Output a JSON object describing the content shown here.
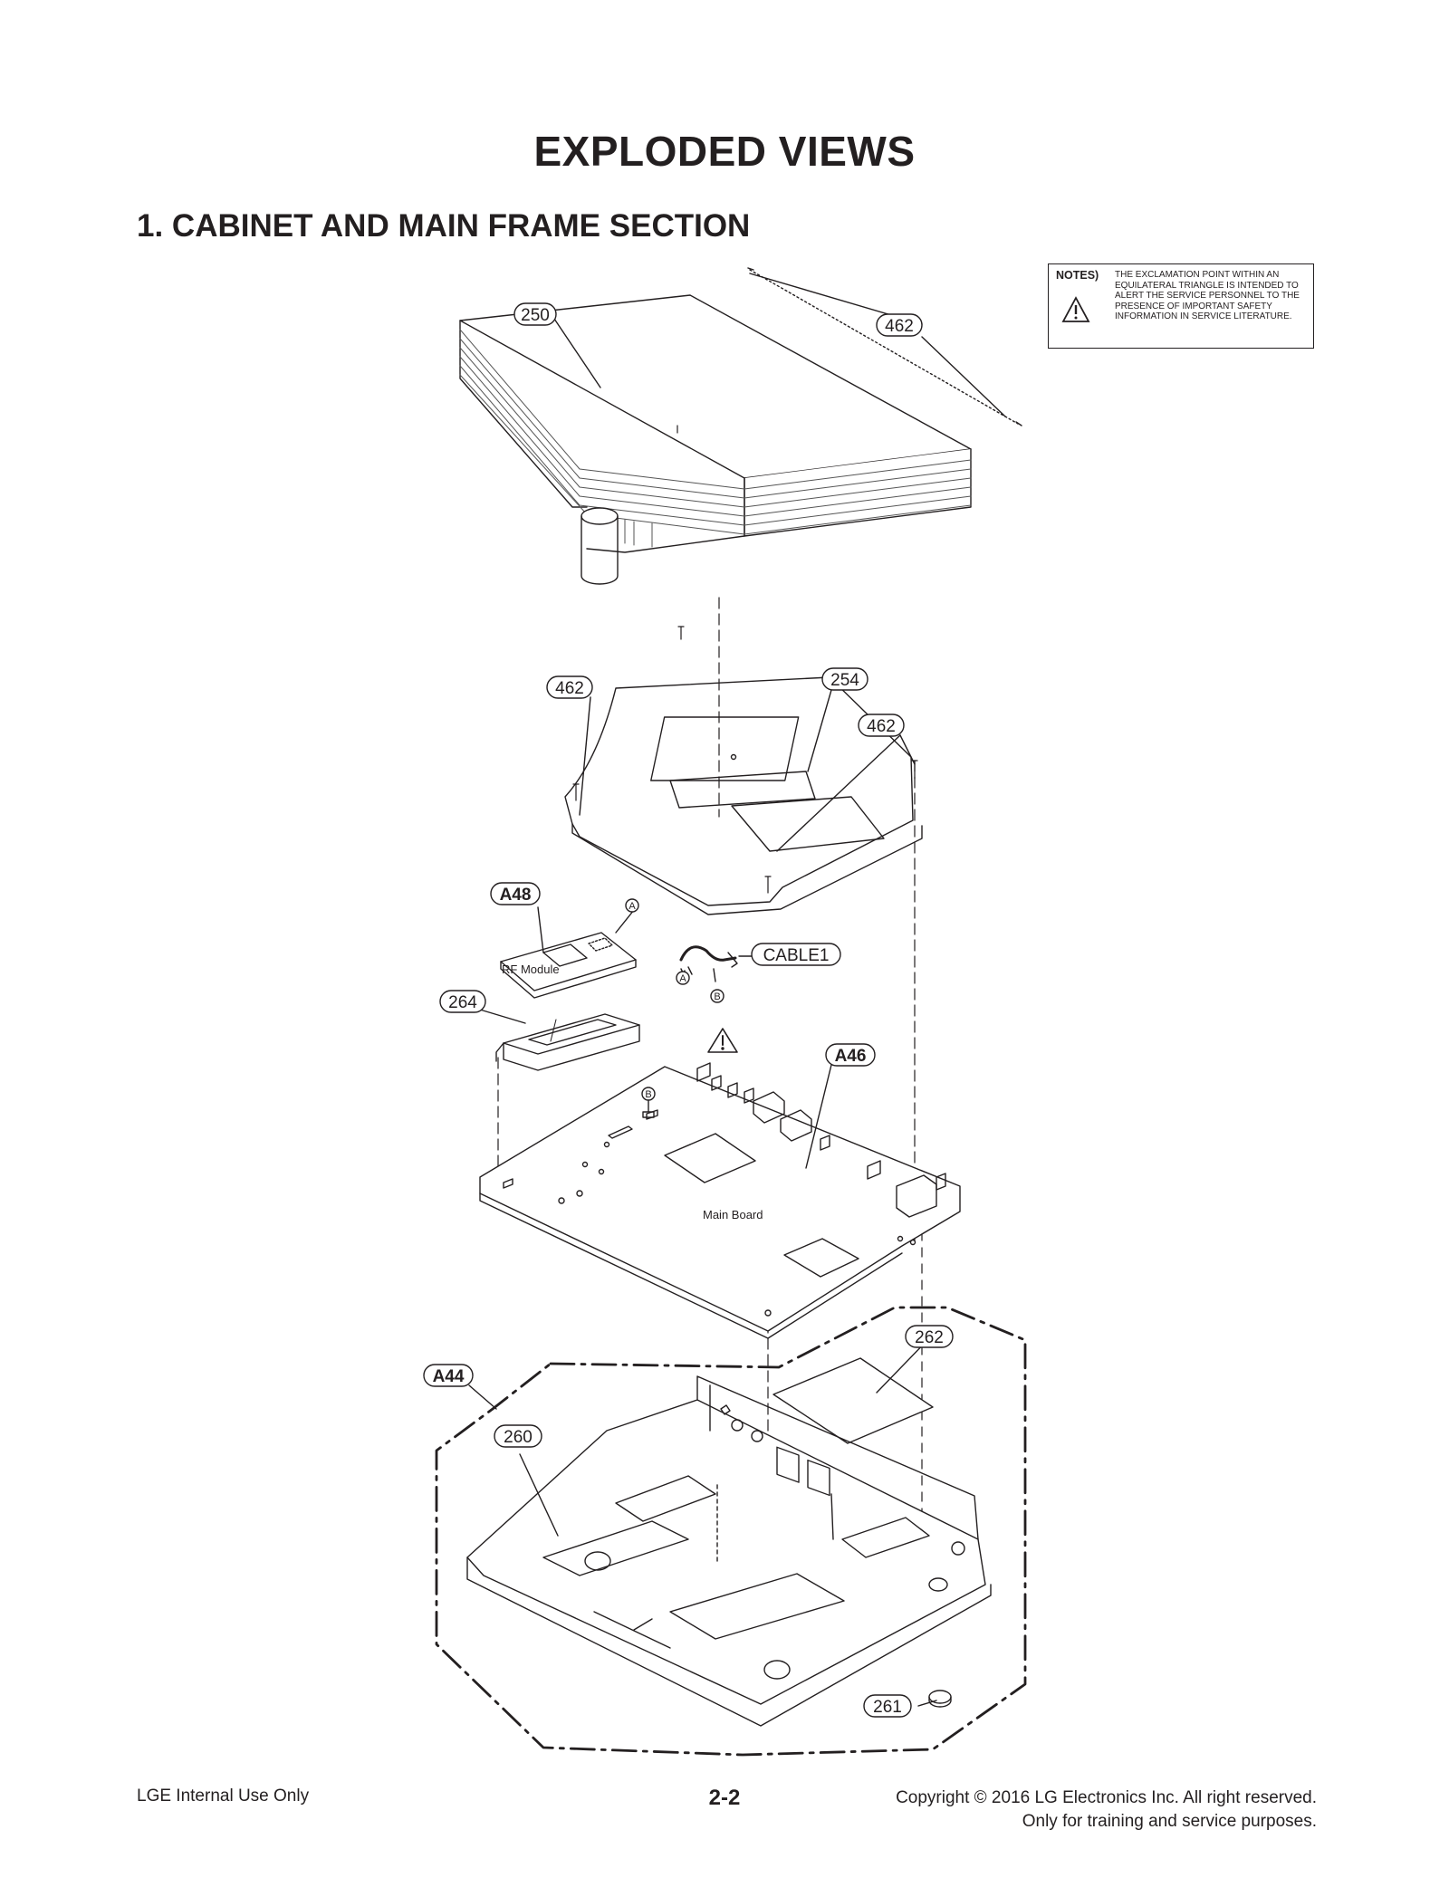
{
  "page": {
    "title": "EXPLODED VIEWS",
    "section": "1. CABINET AND MAIN FRAME SECTION"
  },
  "notes": {
    "label": "NOTES)",
    "text": "THE EXCLAMATION POINT WITHIN AN EQUILATERAL TRIANGLE IS INTENDED TO ALERT THE SERVICE PERSONNEL TO THE PRESENCE OF IMPORTANT SAFETY INFORMATION IN SERVICE LITERATURE."
  },
  "callouts": {
    "c250": "250",
    "c462_top": "462",
    "c462_left": "462",
    "c254": "254",
    "c462_right": "462",
    "a48": "A48",
    "cable1": "CABLE1",
    "c264": "264",
    "a46": "A46",
    "a44": "A44",
    "c262": "262",
    "c260": "260",
    "c261": "261"
  },
  "labels": {
    "rf_module": "RF Module",
    "main_board": "Main Board",
    "conn_a": "A",
    "conn_b": "B"
  },
  "footer": {
    "left": "LGE Internal Use Only",
    "page": "2-2",
    "right_line1": "Copyright © 2016 LG Electronics Inc. All right reserved.",
    "right_line2": "Only for training and service purposes."
  }
}
